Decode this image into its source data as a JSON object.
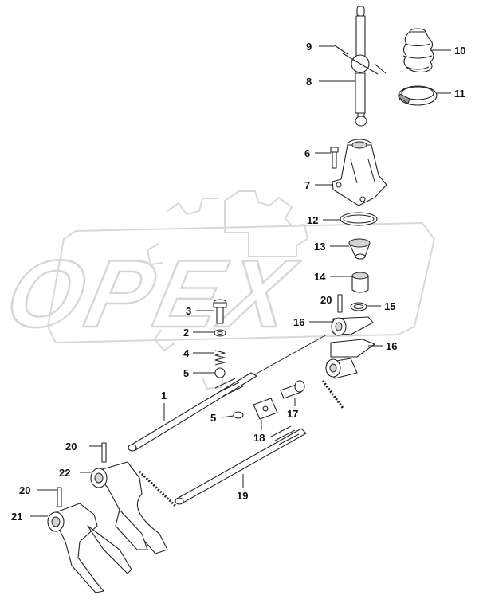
{
  "watermark": {
    "text": "OPEX"
  },
  "callouts": [
    {
      "id": "c9",
      "label": "9"
    },
    {
      "id": "c8",
      "label": "8"
    },
    {
      "id": "c10",
      "label": "10"
    },
    {
      "id": "c11",
      "label": "11"
    },
    {
      "id": "c6",
      "label": "6"
    },
    {
      "id": "c7",
      "label": "7"
    },
    {
      "id": "c12",
      "label": "12"
    },
    {
      "id": "c13",
      "label": "13"
    },
    {
      "id": "c14",
      "label": "14"
    },
    {
      "id": "c15",
      "label": "15"
    },
    {
      "id": "c20a",
      "label": "20"
    },
    {
      "id": "c16a",
      "label": "16"
    },
    {
      "id": "c16b",
      "label": "16"
    },
    {
      "id": "c3",
      "label": "3"
    },
    {
      "id": "c2",
      "label": "2"
    },
    {
      "id": "c4",
      "label": "4"
    },
    {
      "id": "c5a",
      "label": "5"
    },
    {
      "id": "c1",
      "label": "1"
    },
    {
      "id": "c5b",
      "label": "5"
    },
    {
      "id": "c17",
      "label": "17"
    },
    {
      "id": "c18",
      "label": "18"
    },
    {
      "id": "c19",
      "label": "19"
    },
    {
      "id": "c20b",
      "label": "20"
    },
    {
      "id": "c22",
      "label": "22"
    },
    {
      "id": "c20c",
      "label": "20"
    },
    {
      "id": "c21",
      "label": "21"
    }
  ]
}
